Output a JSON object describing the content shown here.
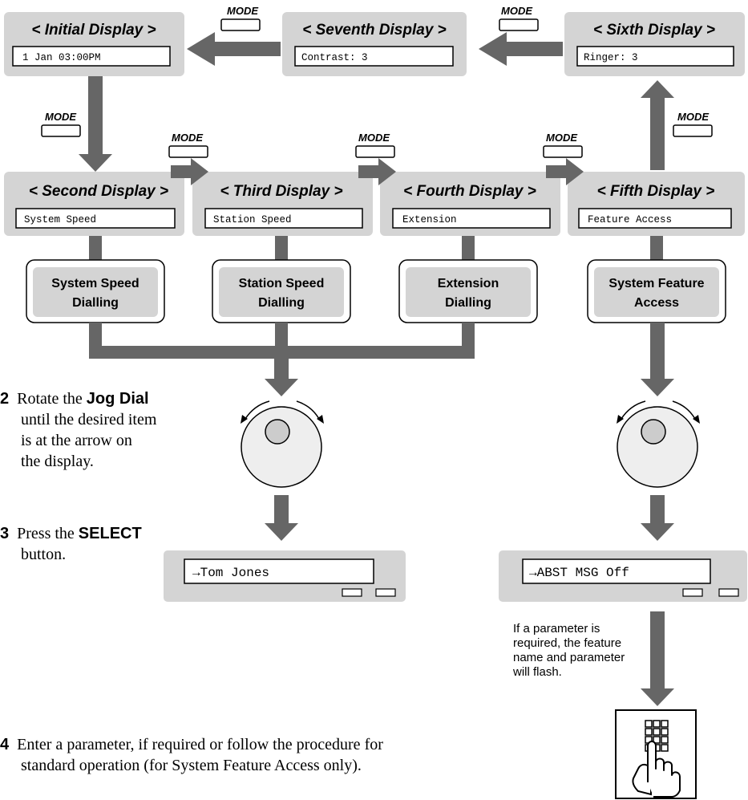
{
  "mode_label": "MODE",
  "displays": {
    "initial": {
      "title": "< Initial Display >",
      "lcd": "1 Jan 03:00PM"
    },
    "seventh": {
      "title": "< Seventh Display >",
      "lcd": "Contrast: 3"
    },
    "sixth": {
      "title": "< Sixth Display >",
      "lcd": "Ringer: 3"
    },
    "second": {
      "title": "< Second Display >",
      "lcd": "System Speed"
    },
    "third": {
      "title": "< Third Display >",
      "lcd": "Station Speed"
    },
    "fourth": {
      "title": "< Fourth Display >",
      "lcd": "Extension"
    },
    "fifth": {
      "title": "< Fifth Display >",
      "lcd": "Feature Access"
    }
  },
  "features": {
    "system_speed": {
      "line1": "System Speed",
      "line2": "Dialling"
    },
    "station_speed": {
      "line1": "Station Speed",
      "line2": "Dialling"
    },
    "extension": {
      "line1": "Extension",
      "line2": "Dialling"
    },
    "system_feature": {
      "line1": "System Feature",
      "line2": "Access"
    }
  },
  "left_lcd": "→Tom Jones",
  "right_lcd": "→ABST MSG Off",
  "steps": {
    "step2": {
      "num": "2",
      "pre": "Rotate the ",
      "bold": "Jog Dial",
      "line2": "until the desired item",
      "line3": "is at the arrow on",
      "line4": "the display."
    },
    "step3": {
      "num": "3",
      "pre": "Press the ",
      "bold": "SELECT",
      "line2": "button."
    },
    "step4": {
      "num": "4",
      "line1": "Enter a parameter, if required or follow the procedure for",
      "line2": "standard operation (for System Feature Access only)."
    }
  },
  "note": {
    "line1": "If a parameter is",
    "line2": "required, the feature",
    "line3": "name and parameter",
    "line4": "will flash."
  },
  "icons": {
    "jog_dial": "jog-dial-icon",
    "keypad": "keypad-hand-icon"
  },
  "colors": {
    "panel": "#d4d4d4",
    "arrow": "#666666"
  }
}
